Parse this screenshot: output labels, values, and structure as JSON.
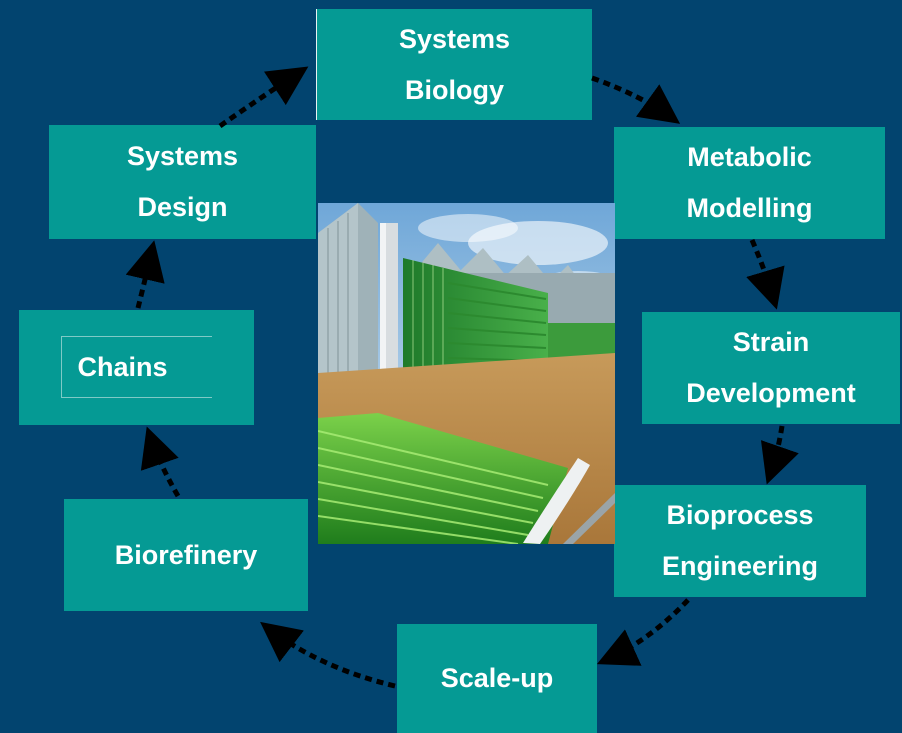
{
  "diagram": {
    "nodes": [
      {
        "id": "systems-biology",
        "line1": "Systems",
        "line2": "Biology"
      },
      {
        "id": "metabolic-modelling",
        "line1": "Metabolic",
        "line2": "Modelling"
      },
      {
        "id": "strain-development",
        "line1": "Strain",
        "line2": "Development"
      },
      {
        "id": "bioprocess-engineering",
        "line1": "Bioprocess",
        "line2": "Engineering"
      },
      {
        "id": "scale-up",
        "line1": "Scale-up"
      },
      {
        "id": "biorefinery",
        "line1": "Biorefinery"
      },
      {
        "id": "chains",
        "line1": "Chains"
      },
      {
        "id": "systems-design",
        "line1": "Systems",
        "line2": "Design"
      }
    ],
    "cycle_order": [
      "systems-biology",
      "metabolic-modelling",
      "strain-development",
      "bioprocess-engineering",
      "scale-up",
      "biorefinery",
      "chains",
      "systems-design"
    ],
    "center_image": "algae-photobioreactor-greenhouse",
    "colors": {
      "background": "#02446f",
      "box": "#059a94",
      "text": "#ffffff",
      "arrow": "#000000"
    }
  }
}
